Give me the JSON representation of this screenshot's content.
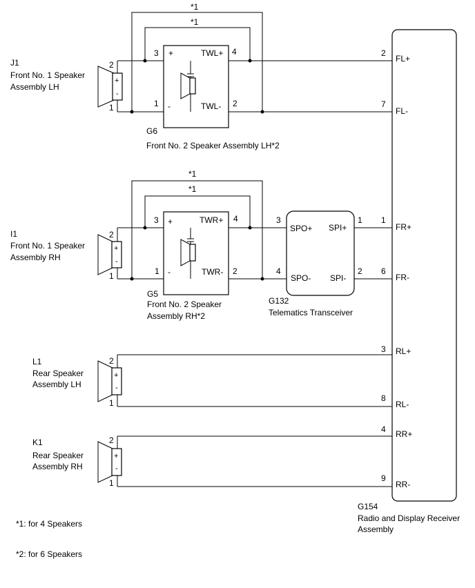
{
  "receiver": {
    "code": "G154",
    "name_line1": "Radio and Display Receiver",
    "name_line2": "Assembly",
    "pins": [
      {
        "num": "2",
        "label": "FL+"
      },
      {
        "num": "7",
        "label": "FL-"
      },
      {
        "num": "1",
        "label": "FR+"
      },
      {
        "num": "6",
        "label": "FR-"
      },
      {
        "num": "3",
        "label": "RL+"
      },
      {
        "num": "8",
        "label": "RL-"
      },
      {
        "num": "4",
        "label": "RR+"
      },
      {
        "num": "9",
        "label": "RR-"
      }
    ]
  },
  "speakers": {
    "j1": {
      "code": "J1",
      "line1": "Front No. 1 Speaker",
      "line2": "Assembly LH",
      "pin_top": "2",
      "pin_bottom": "1"
    },
    "i1": {
      "code": "I1",
      "line1": "Front No. 1 Speaker",
      "line2": "Assembly RH",
      "pin_top": "2",
      "pin_bottom": "1"
    },
    "l1": {
      "code": "L1",
      "line1": "Rear Speaker",
      "line2": "Assembly LH",
      "pin_top": "2",
      "pin_bottom": "1"
    },
    "k1": {
      "code": "K1",
      "line1": "Rear Speaker",
      "line2": "Assembly RH",
      "pin_top": "2",
      "pin_bottom": "1"
    }
  },
  "tweeters": {
    "g6": {
      "code": "G6",
      "name": "Front No. 2 Speaker Assembly LH*2",
      "pin_plus": "3",
      "pin_minus": "1",
      "pin_out_plus": "4",
      "pin_out_minus": "2",
      "label_plus": "TWL+",
      "label_minus": "TWL-"
    },
    "g5": {
      "code": "G5",
      "line1": "Front No. 2 Speaker",
      "line2": "Assembly RH*2",
      "pin_plus": "3",
      "pin_minus": "1",
      "pin_out_plus": "4",
      "pin_out_minus": "2",
      "label_plus": "TWR+",
      "label_minus": "TWR-"
    }
  },
  "telematics": {
    "code": "G132",
    "name": "Telematics Transceiver",
    "spo_plus": "SPO+",
    "spo_minus": "SPO-",
    "spi_plus": "SPI+",
    "spi_minus": "SPI-",
    "pin_spo_plus": "3",
    "pin_spo_minus": "4",
    "pin_spi_plus": "1",
    "pin_spi_minus": "2"
  },
  "symbols": {
    "plus": "+",
    "minus": "-",
    "note1_mark": "*1"
  },
  "notes": {
    "note1": "*1: for 4 Speakers",
    "note2": "*2: for 6 Speakers"
  }
}
